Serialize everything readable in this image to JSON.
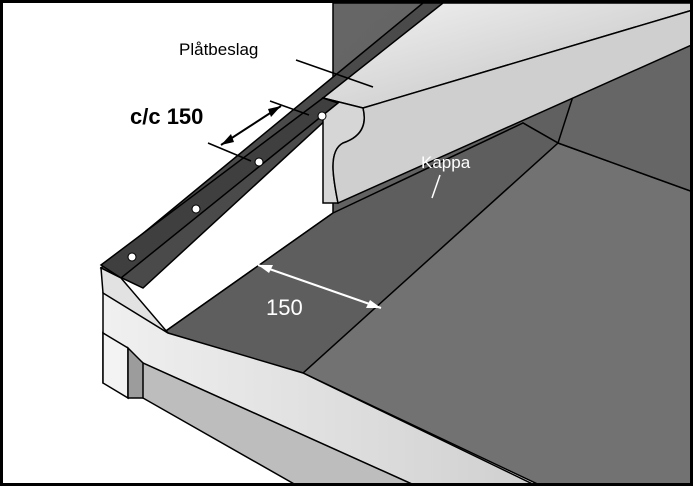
{
  "labels": {
    "flashing": "Plåtbeslag",
    "spacing": "c/c 150",
    "cap": "Kappa",
    "overlap": "150"
  },
  "colors": {
    "roof_dark": "#5c5c5c",
    "roof_mid": "#6e6e6e",
    "roof_light": "#7a7a7a",
    "metal_light": "#ececec",
    "metal_mid": "#c9c9c9",
    "metal_dark": "#9a9a9a",
    "line": "#000000"
  }
}
